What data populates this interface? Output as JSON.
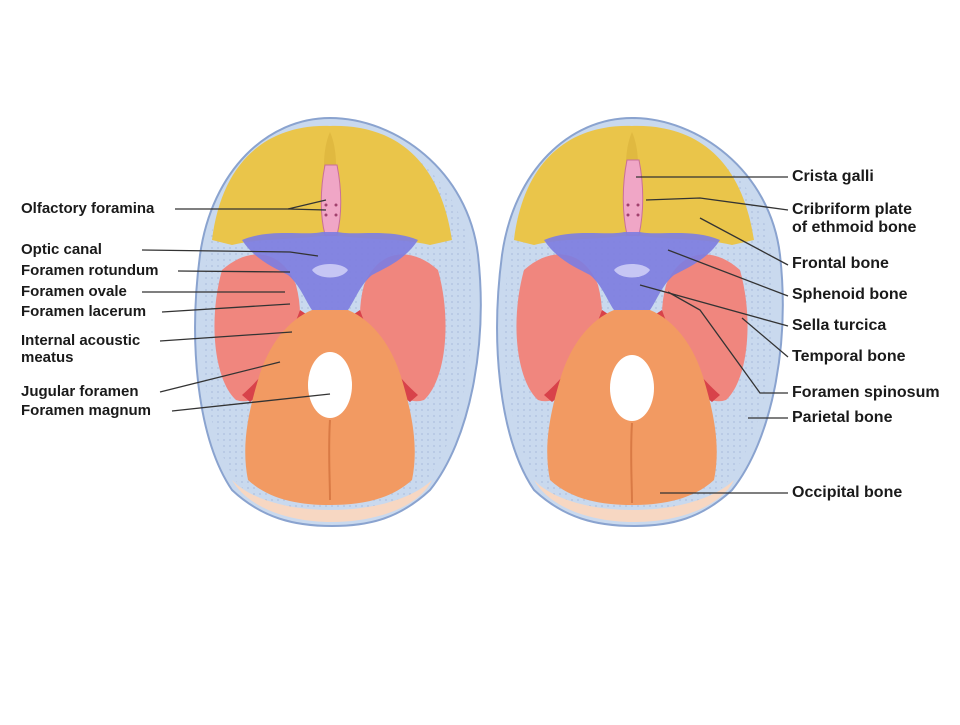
{
  "colors": {
    "frontal": "#eac54a",
    "sphenoid": "#7e7ee0",
    "temporal": "#f0867e",
    "temporal_dark": "#d8424a",
    "occipital": "#f29a62",
    "parietal": "#c9d9ee",
    "ethmoid": "#f0a6c6",
    "leader_line": "#333333"
  },
  "left_labels": {
    "olfactory_foramina": "Olfactory foramina",
    "optic_canal": "Optic canal",
    "foramen_rotundum": "Foramen rotundum",
    "foramen_ovale": "Foramen ovale",
    "foramen_lacerum": "Foramen lacerum",
    "internal_acoustic_1": "Internal acoustic",
    "internal_acoustic_2": "meatus",
    "jugular_foramen": "Jugular foramen",
    "foramen_magnum": "Foramen magnum"
  },
  "right_labels": {
    "crista_galli": "Crista galli",
    "cribriform_1": "Cribriform plate",
    "cribriform_2": "of ethmoid bone",
    "frontal_bone": "Frontal bone",
    "sphenoid_bone": "Sphenoid bone",
    "sella_turcica": "Sella turcica",
    "temporal_bone": "Temporal bone",
    "foramen_spinosum": "Foramen spinosum",
    "parietal_bone": "Parietal bone",
    "occipital_bone": "Occipital bone"
  }
}
